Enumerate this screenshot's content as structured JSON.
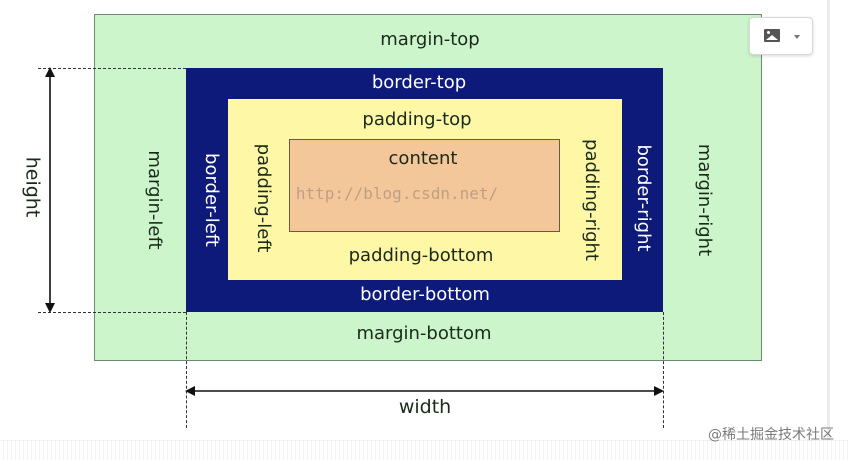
{
  "diagram": {
    "margin_top": "margin-top",
    "margin_bottom": "margin-bottom",
    "margin_left": "margin-left",
    "margin_right": "margin-right",
    "border_top": "border-top",
    "border_bottom": "border-bottom",
    "border_left": "border-left",
    "border_right": "border-right",
    "padding_top": "padding-top",
    "padding_bottom": "padding-bottom",
    "padding_left": "padding-left",
    "padding_right": "padding-right",
    "content": "content",
    "height": "height",
    "width": "width",
    "overlay_url": "http://blog.csdn.net/"
  },
  "colors": {
    "margin": "#ccf5cc",
    "border": "#0d1a7a",
    "padding": "#fdf7a6",
    "content": "#f3c79a"
  },
  "toolbar": {
    "image_icon": "image-icon",
    "caret_icon": "chevron-down-icon"
  },
  "watermark": "@稀土掘金技术社区"
}
